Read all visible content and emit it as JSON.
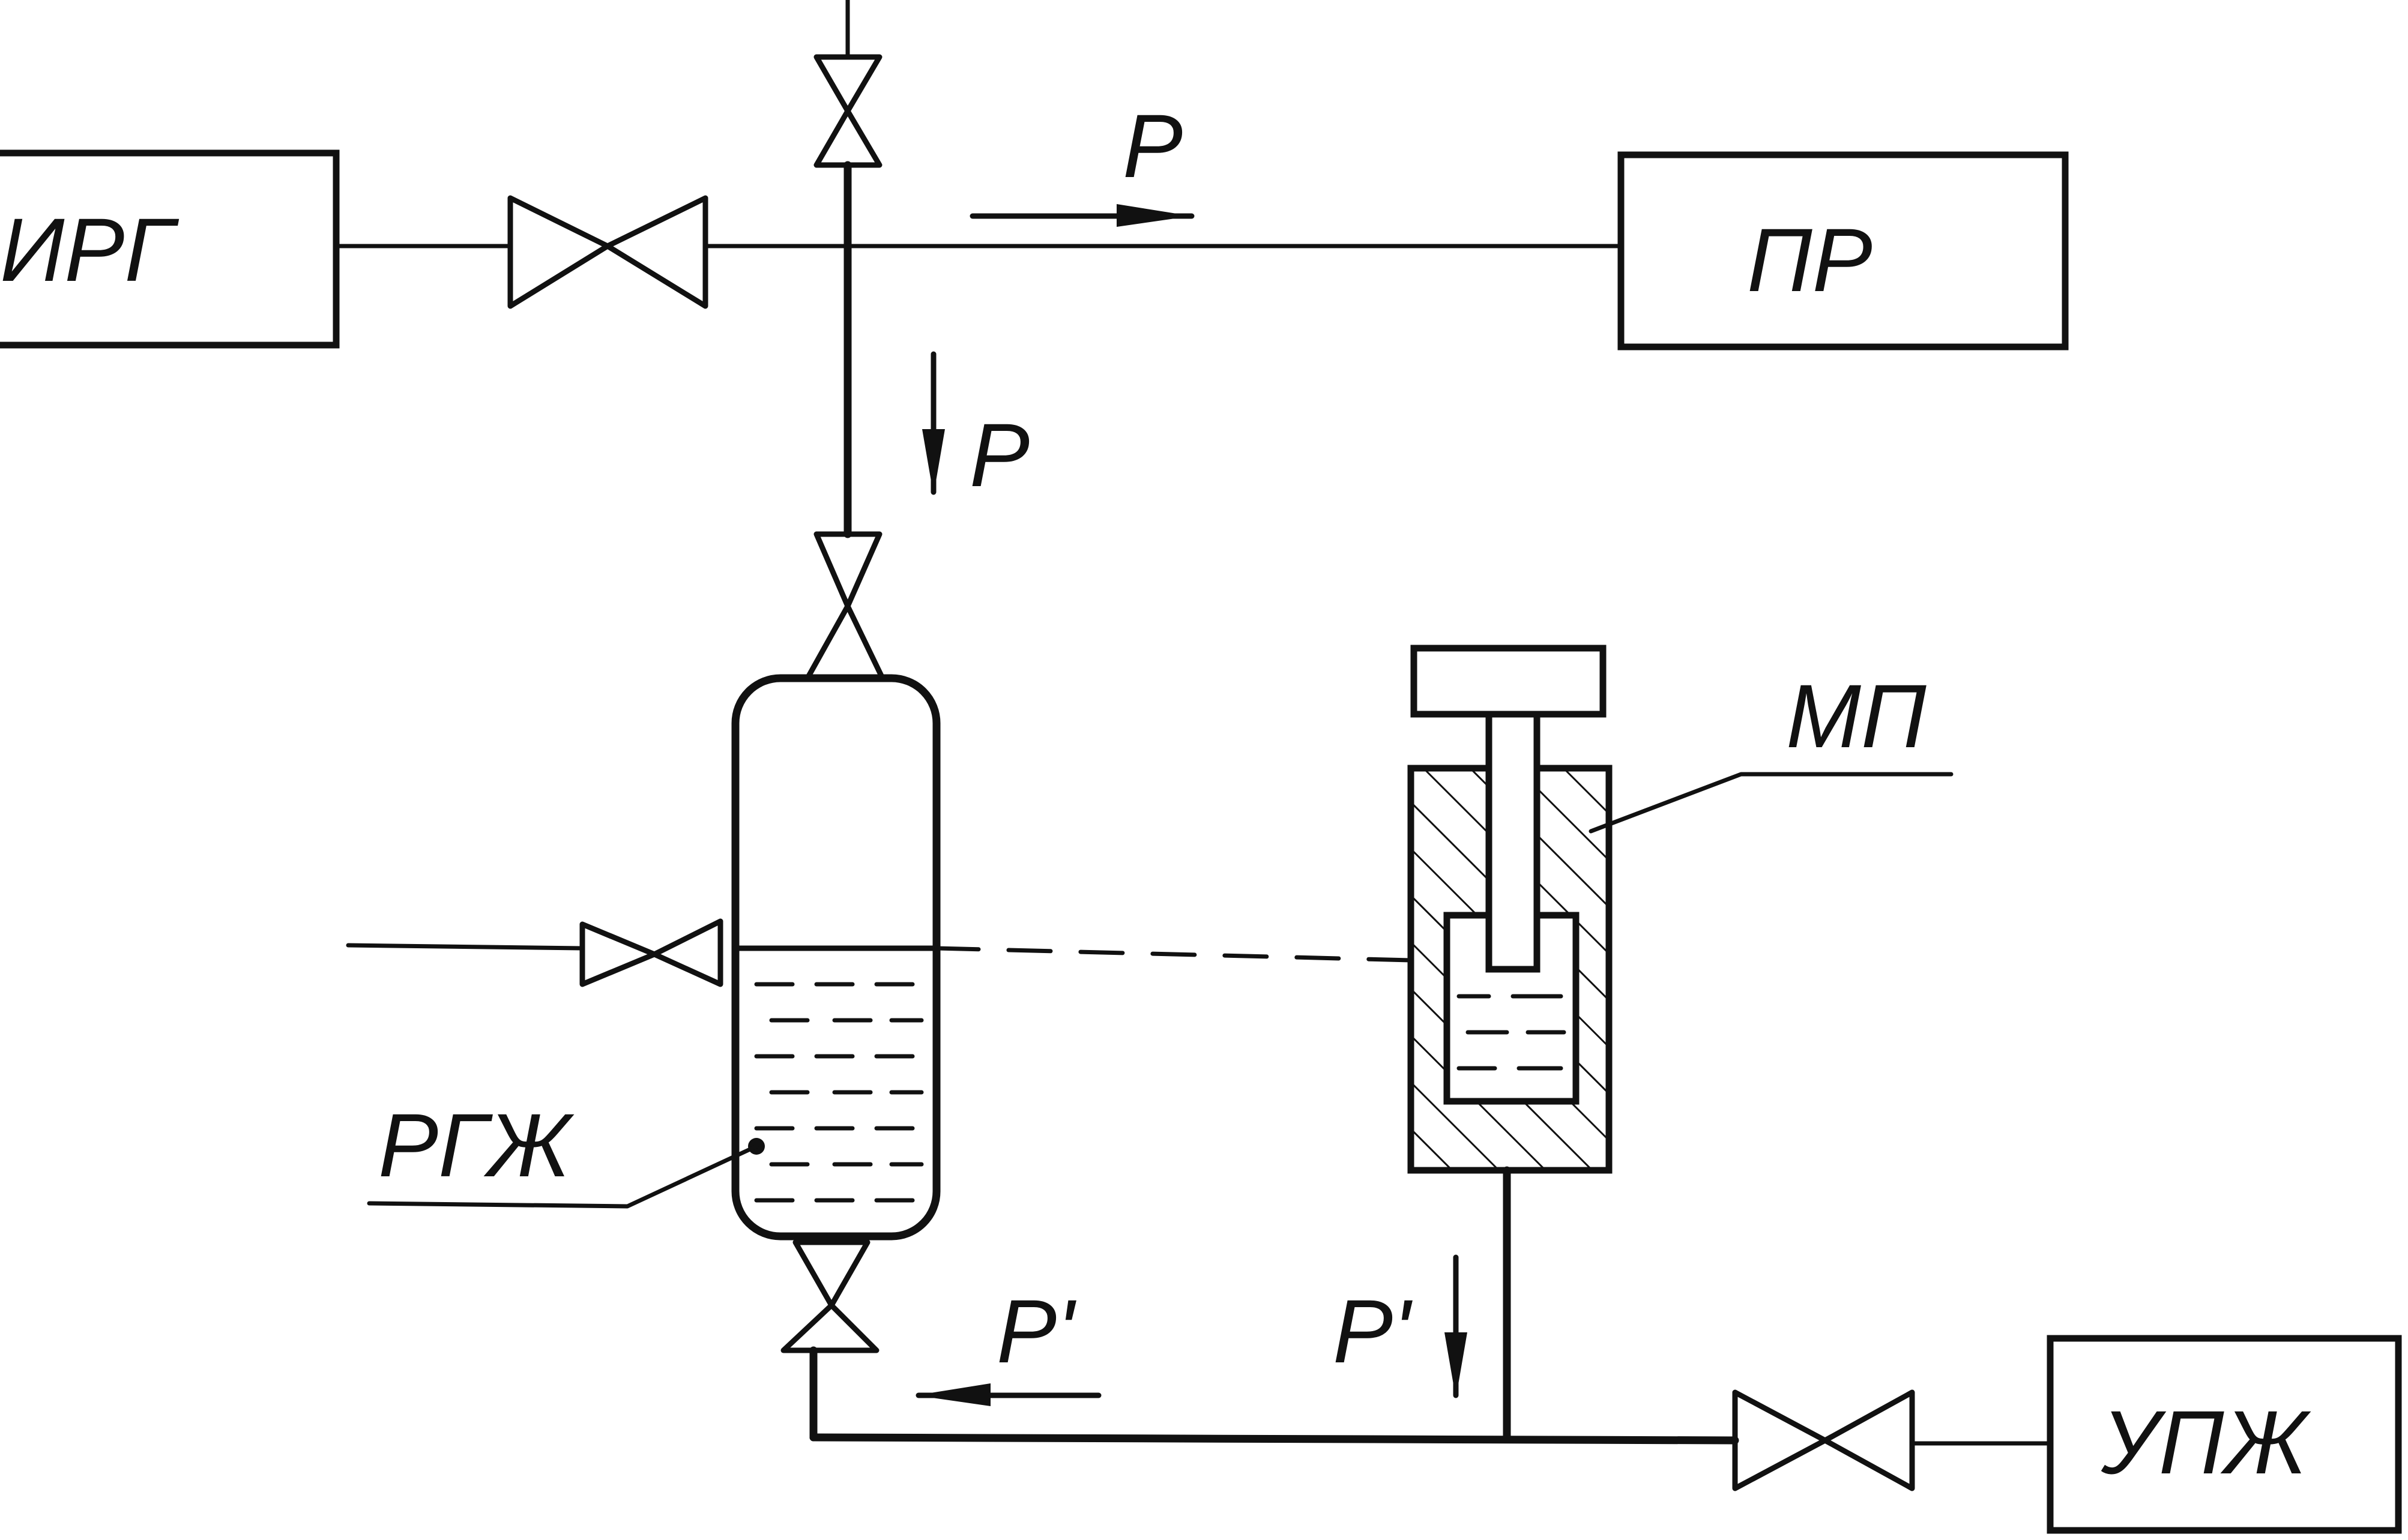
{
  "labels": {
    "irg": "ИРГ",
    "pr": "ПР",
    "mp": "МП",
    "rgzh": "РГЖ",
    "upzh": "УПЖ",
    "p_top": "P",
    "p_down": "P",
    "p_prime_bottom": "P'",
    "p_prime_side": "P'"
  },
  "colors": {
    "ink": "#111111",
    "paper": "#ffffff"
  }
}
